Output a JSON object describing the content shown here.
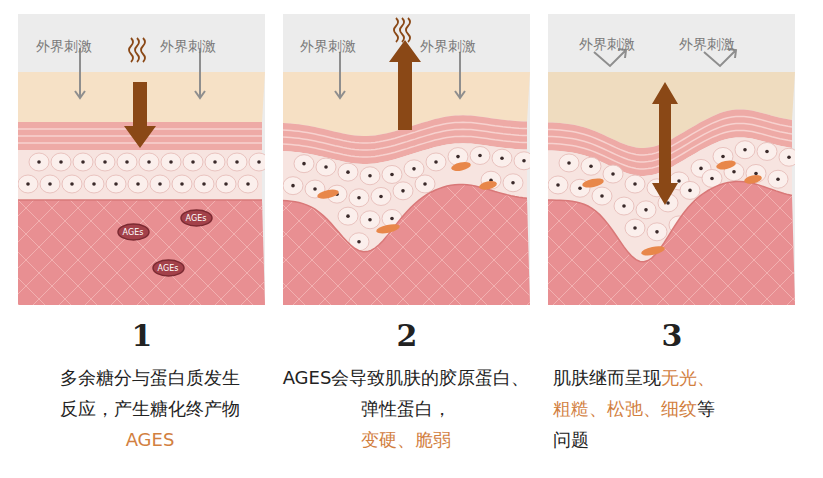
{
  "diagram": {
    "nodes": [
      {
        "text": [
          "AGEs"
        ]
      },
      {
        "text": [
          "AGEs"
        ]
      },
      {
        "text": [
          "AGEs"
        ]
      }
    ],
    "labels": [
      "外界刺激",
      "外界刺激",
      "外界刺激",
      "外界刺激",
      "外界刺激",
      "外界刺激",
      "1",
      "多余糖分与蛋白质发生反应，产生糖化终产物",
      "AGES",
      "2",
      "AGES会导致肌肤的胶原蛋白、弹性蛋白，",
      "变硬、脆弱",
      "3",
      "肌肤继而呈现",
      "无光、粗糙、松弛、细纹",
      "等问题"
    ]
  }
}
